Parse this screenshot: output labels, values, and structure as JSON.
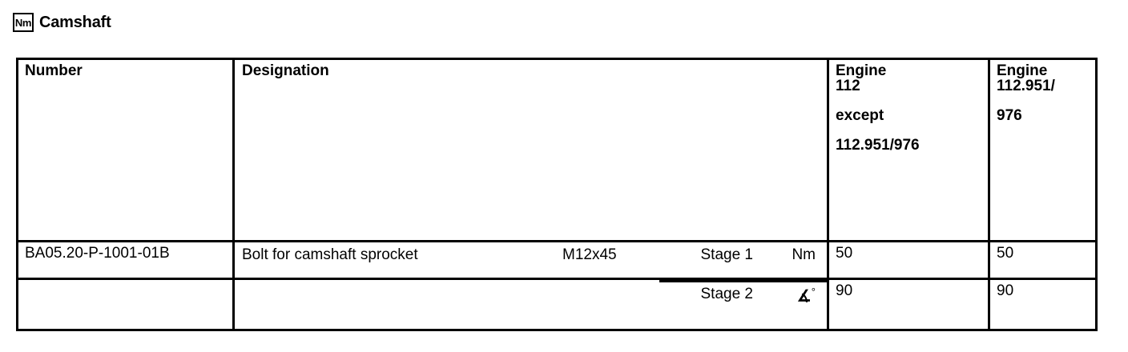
{
  "title": {
    "unit_badge": "Nm",
    "heading": "Camshaft"
  },
  "table": {
    "headers": {
      "number": "Number",
      "designation": "Designation",
      "engine_a": [
        "Engine",
        "112",
        "except",
        "112.951/976"
      ],
      "engine_b": [
        "Engine",
        "112.951/",
        "976"
      ]
    },
    "rows": [
      {
        "number": "BA05.20-P-1001-01B",
        "designation": "Bolt for camshaft sprocket",
        "size": "M12x45",
        "stage": "Stage 1",
        "unit": "Nm",
        "engine_a": "50",
        "engine_b": "50"
      },
      {
        "number": "",
        "designation": "",
        "size": "",
        "stage": "Stage 2",
        "unit_glyph": "∡",
        "unit_deg": "°",
        "engine_a": "90",
        "engine_b": "90"
      }
    ]
  }
}
